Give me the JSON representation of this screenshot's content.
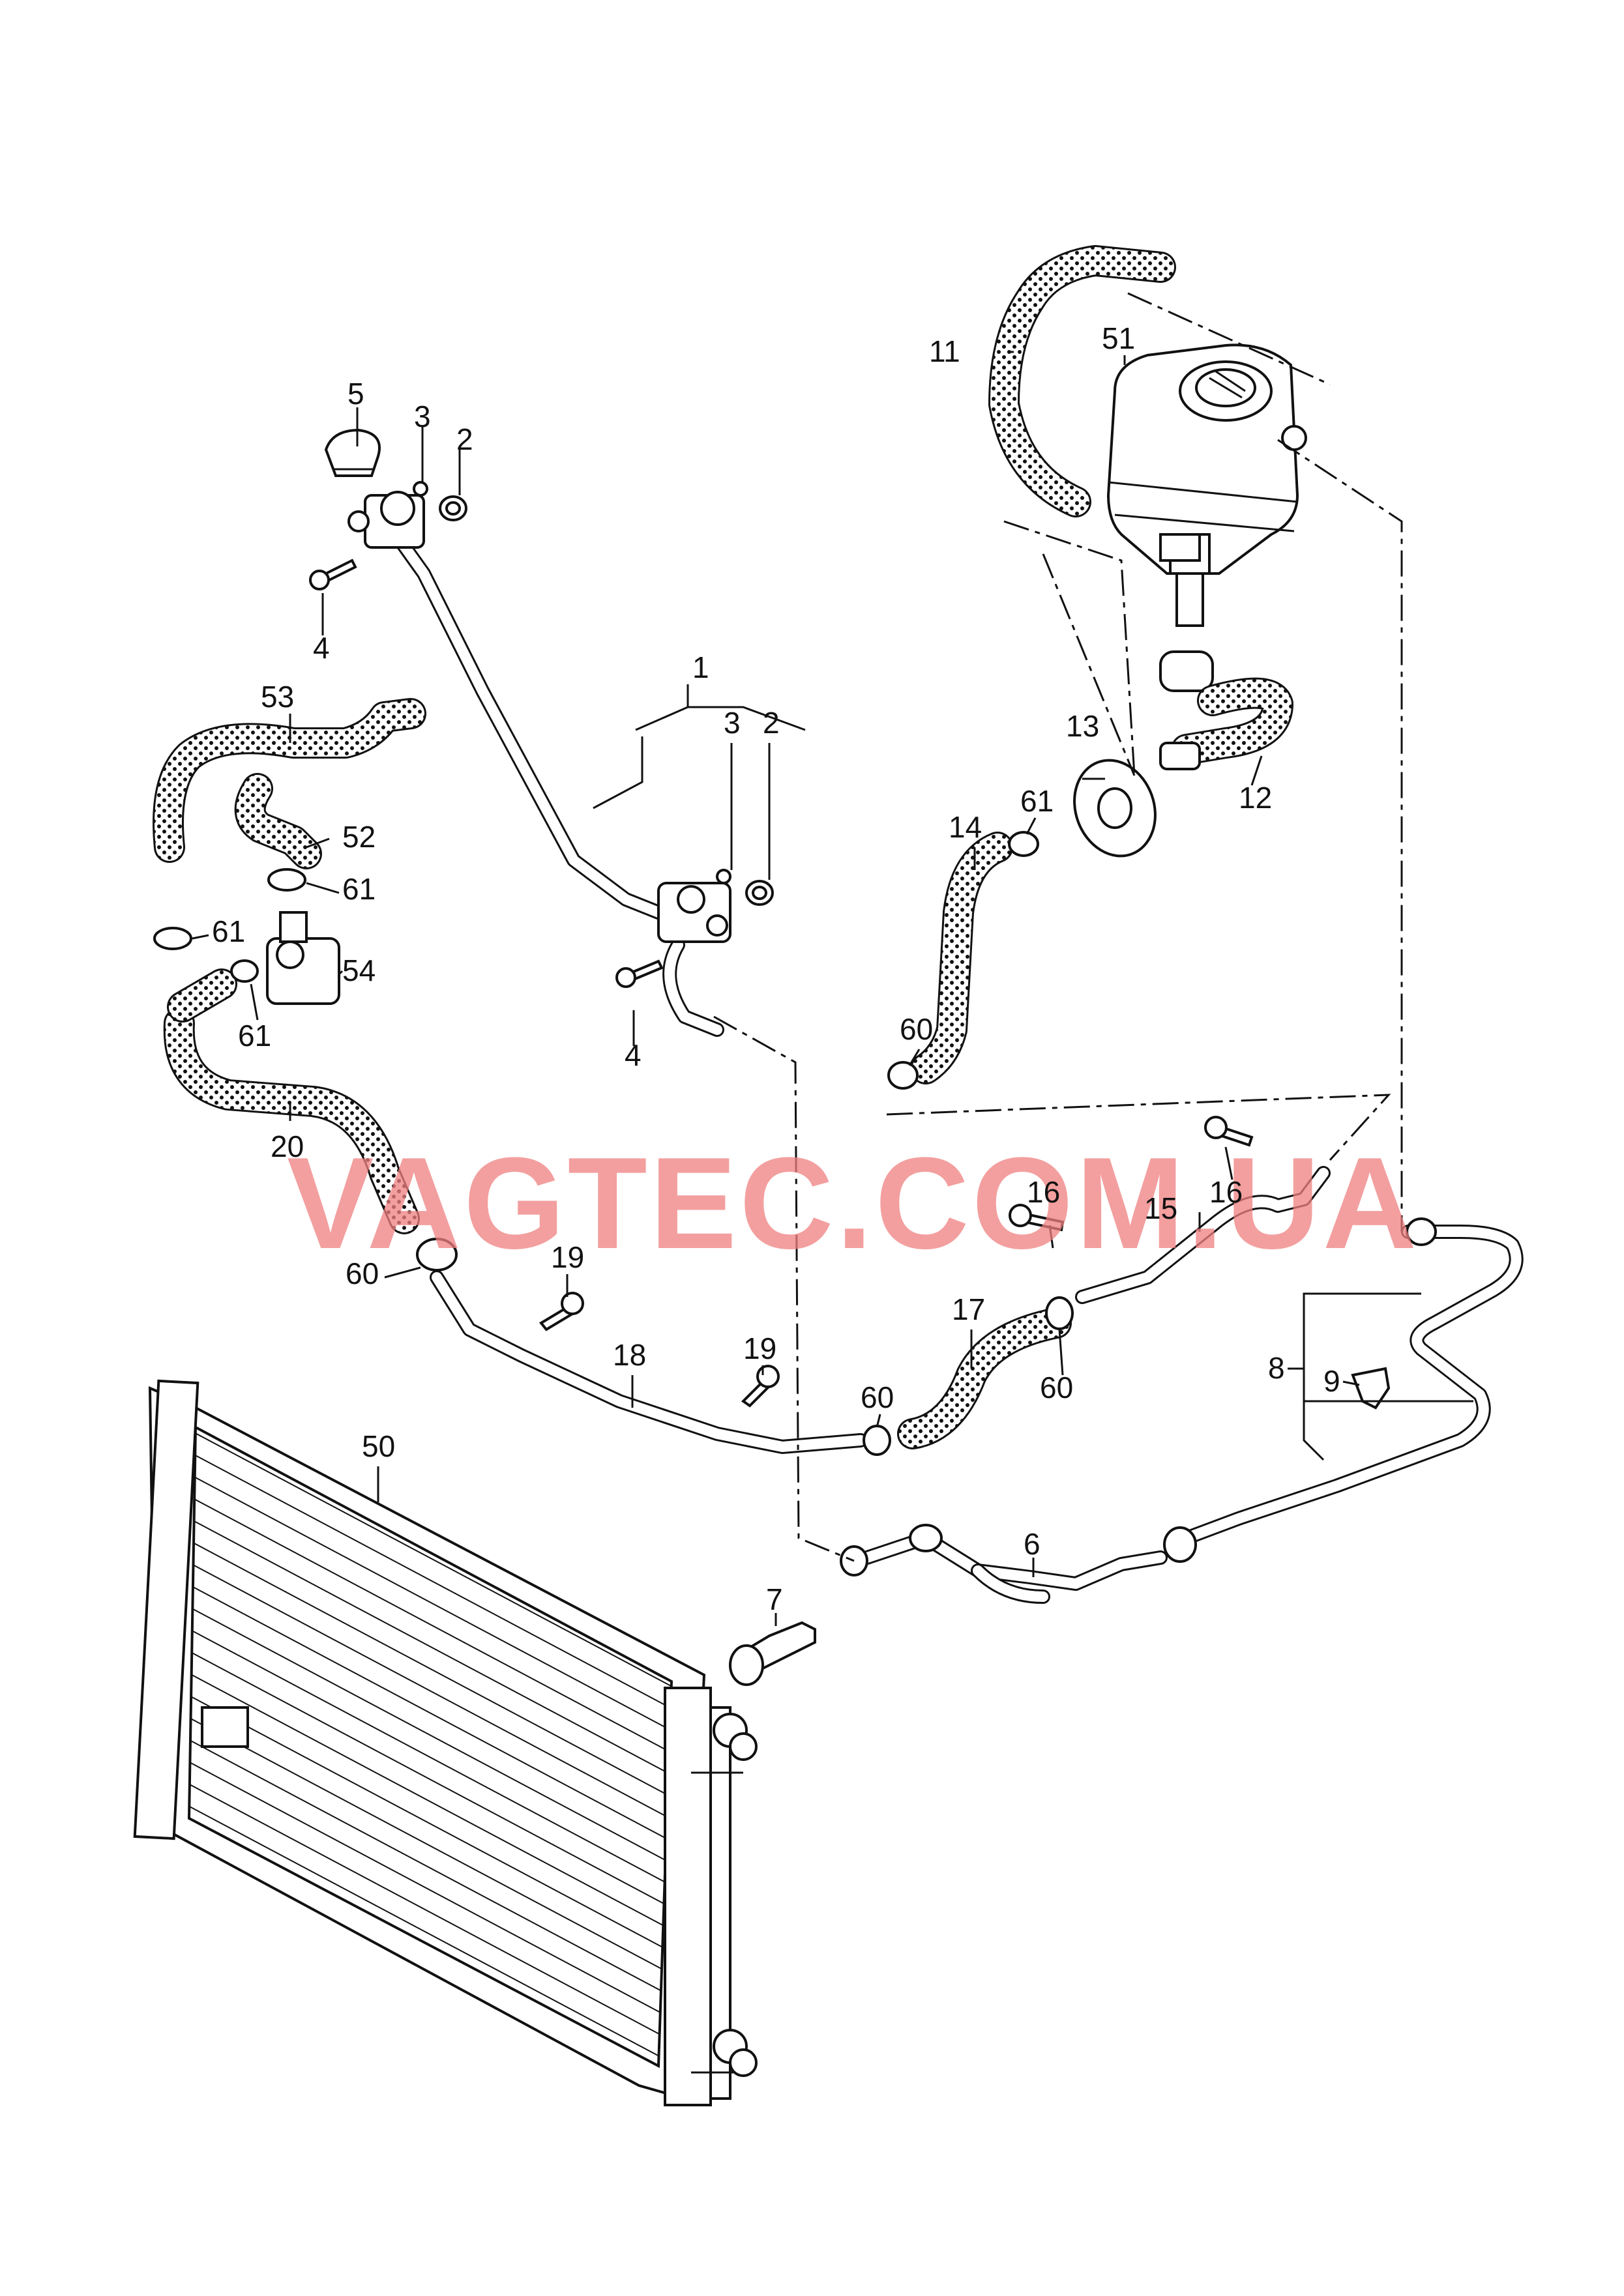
{
  "watermark": "VAGTEC.COM.UA",
  "part_labels": {
    "p1": "1",
    "p2a": "2",
    "p2b": "2",
    "p3a": "3",
    "p3b": "3",
    "p4a": "4",
    "p4b": "4",
    "p5": "5",
    "p6": "6",
    "p7": "7",
    "p8": "8",
    "p9": "9",
    "p11": "11",
    "p12": "12",
    "p13": "13",
    "p14": "14",
    "p15": "15",
    "p16a": "16",
    "p16b": "16",
    "p17": "17",
    "p18": "18",
    "p19a": "19",
    "p19b": "19",
    "p20": "20",
    "p50": "50",
    "p51": "51",
    "p52": "52",
    "p53": "53",
    "p54": "54",
    "p60a": "60",
    "p60b": "60",
    "p60c": "60",
    "p60d": "60",
    "p61a": "61",
    "p61b": "61",
    "p61c": "61",
    "p61d": "61"
  },
  "colors": {
    "watermark": "#f08080",
    "lines": "#111111",
    "background": "#ffffff"
  }
}
